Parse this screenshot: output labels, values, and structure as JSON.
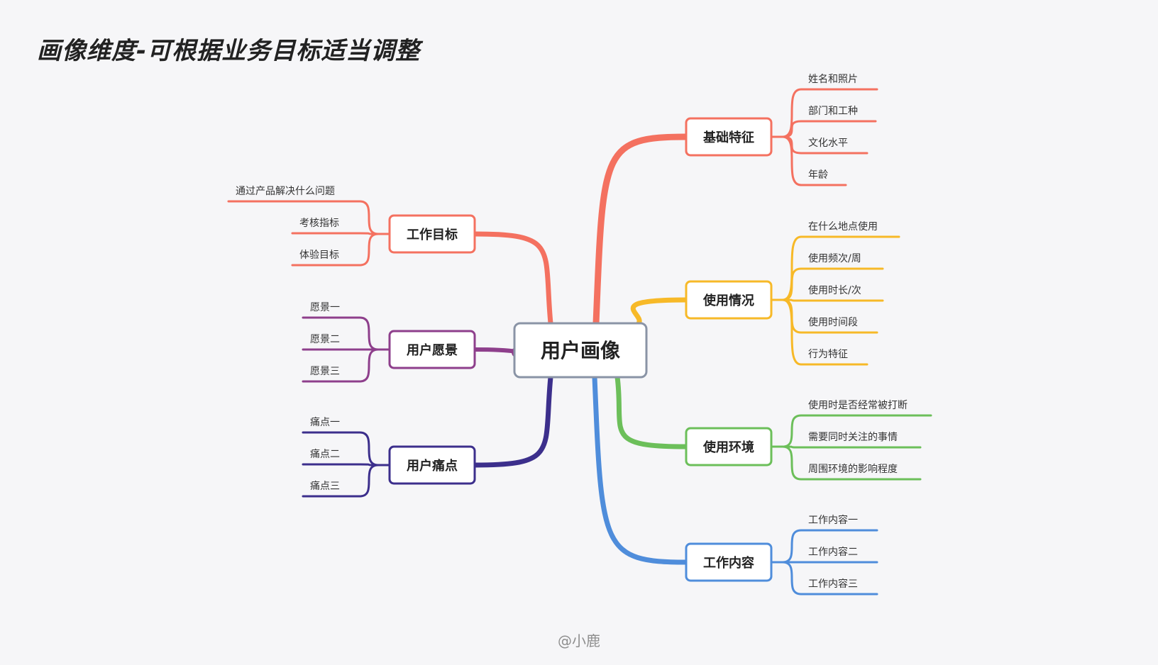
{
  "title": "画像维度-可根据业务目标适当调整",
  "credit": "@小鹿",
  "root": {
    "label": "用户画像"
  },
  "branches": [
    {
      "label": "基础特征",
      "color": "#f47160",
      "side": "right",
      "leaves": [
        "姓名和照片",
        "部门和工种",
        "文化水平",
        "年龄"
      ]
    },
    {
      "label": "使用情况",
      "color": "#f7b928",
      "side": "right",
      "leaves": [
        "在什么地点使用",
        "使用频次/周",
        "使用时长/次",
        "使用时间段",
        "行为特征"
      ]
    },
    {
      "label": "使用环境",
      "color": "#6cbf5a",
      "side": "right",
      "leaves": [
        "使用时是否经常被打断",
        "需要同时关注的事情",
        "周围环境的影响程度"
      ]
    },
    {
      "label": "工作内容",
      "color": "#4f8ddb",
      "side": "right",
      "leaves": [
        "工作内容一",
        "工作内容二",
        "工作内容三"
      ]
    },
    {
      "label": "工作目标",
      "color": "#f47160",
      "side": "left",
      "leaves": [
        "通过产品解决什么问题",
        "考核指标",
        "体验目标"
      ]
    },
    {
      "label": "用户愿景",
      "color": "#8e3f8c",
      "side": "left",
      "leaves": [
        "愿景一",
        "愿景二",
        "愿景三"
      ]
    },
    {
      "label": "用户痛点",
      "color": "#3c2f8c",
      "side": "left",
      "leaves": [
        "痛点一",
        "痛点二",
        "痛点三"
      ]
    }
  ]
}
